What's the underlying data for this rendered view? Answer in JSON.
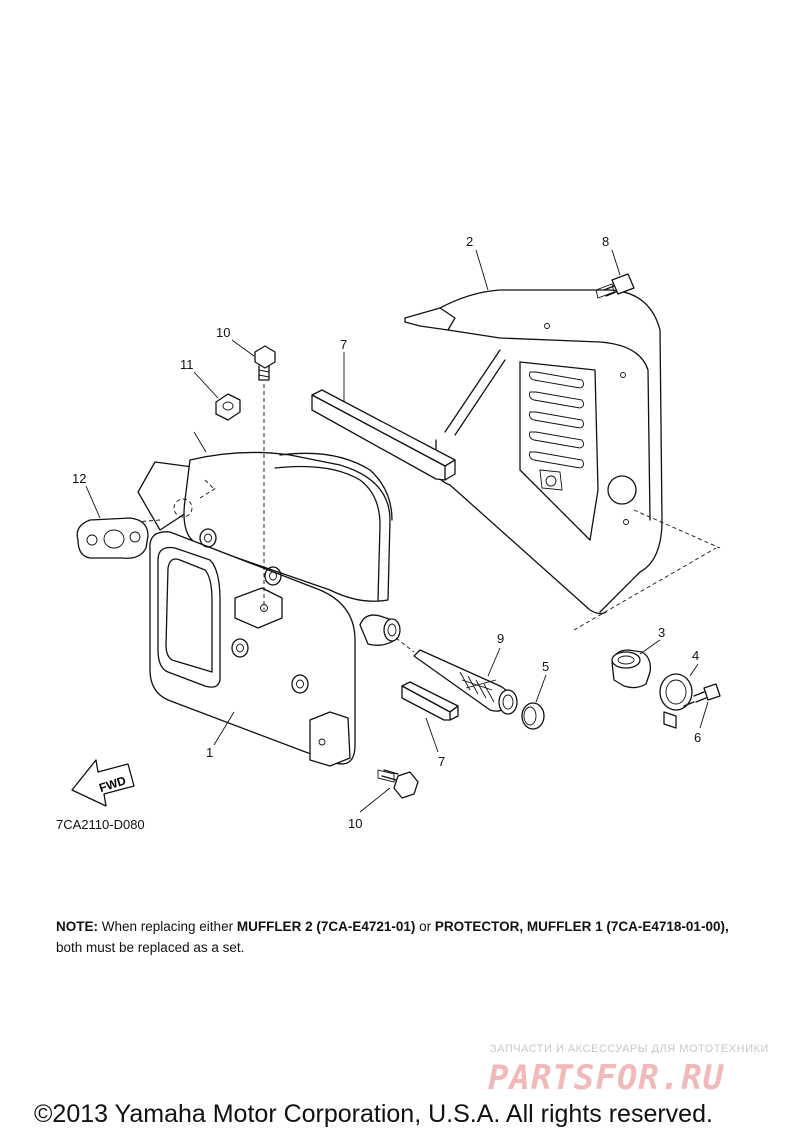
{
  "diagram": {
    "code": "7CA2110-D080",
    "fwd_label": "FWD",
    "callouts": {
      "c1": "1",
      "c2": "2",
      "c3": "3",
      "c4": "4",
      "c5": "5",
      "c6": "6",
      "c7a": "7",
      "c7b": "7",
      "c8": "8",
      "c9": "9",
      "c10a": "10",
      "c10b": "10",
      "c11": "11",
      "c12": "12"
    }
  },
  "note": {
    "label": "NOTE:",
    "t1": " When replacing either ",
    "b1": "MUFFLER 2 (7CA-E4721-01)",
    "t2": " or ",
    "b2": "PROTECTOR, MUFFLER 1 (7CA-E4718-01-00),",
    "t3": " both must be replaced as a set."
  },
  "watermark": {
    "tagline": "ЗАПЧАСТИ И АКСЕССУАРЫ ДЛЯ МОТОТЕХНИКИ",
    "logo": "PARTSFOR.RU"
  },
  "copyright": "©2013 Yamaha Motor Corporation, U.S.A. All rights reserved."
}
